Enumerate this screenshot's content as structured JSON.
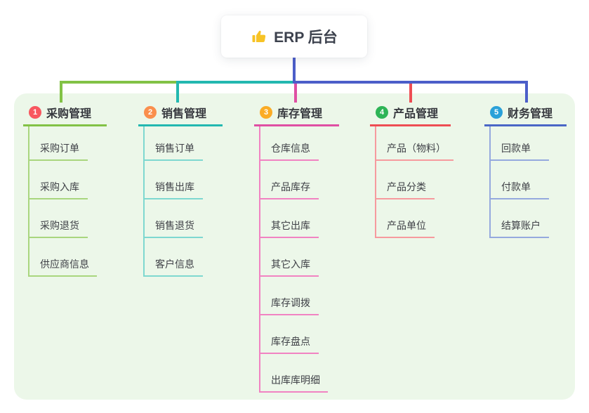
{
  "root": {
    "label": "ERP 后台",
    "icon": "thumbs-up-icon",
    "icon_color": "#f7c325"
  },
  "branches": [
    {
      "badge": "1",
      "label": "采购管理",
      "line_color": "#82c246",
      "child_line_color": "#a9d67e",
      "badge_color": "#f8575f",
      "children": [
        "采购订单",
        "采购入库",
        "采购退货",
        "供应商信息"
      ]
    },
    {
      "badge": "2",
      "label": "销售管理",
      "line_color": "#23b8b0",
      "child_line_color": "#7ed8d0",
      "badge_color": "#fa8f4d",
      "children": [
        "销售订单",
        "销售出库",
        "销售退货",
        "客户信息"
      ]
    },
    {
      "badge": "3",
      "label": "库存管理",
      "line_color": "#df4fa3",
      "child_line_color": "#f183c2",
      "badge_color": "#fbac26",
      "children": [
        "仓库信息",
        "产品库存",
        "其它出库",
        "其它入库",
        "库存调拨",
        "库存盘点",
        "出库库明细"
      ]
    },
    {
      "badge": "4",
      "label": "产品管理",
      "line_color": "#ee4e54",
      "child_line_color": "#f69a9e",
      "badge_color": "#2db456",
      "children": [
        "产品（物料）",
        "产品分类",
        "产品单位"
      ]
    },
    {
      "badge": "5",
      "label": "财务管理",
      "line_color": "#4a66c6",
      "child_line_color": "#95a9de",
      "badge_color": "#2aa1d9",
      "children": [
        "回款单",
        "付款单",
        "结算账户"
      ]
    }
  ],
  "colors": {
    "panel_background": "#ecf7e9",
    "page_background": "#ffffff",
    "trunk_blue": "#4c5ec9"
  }
}
